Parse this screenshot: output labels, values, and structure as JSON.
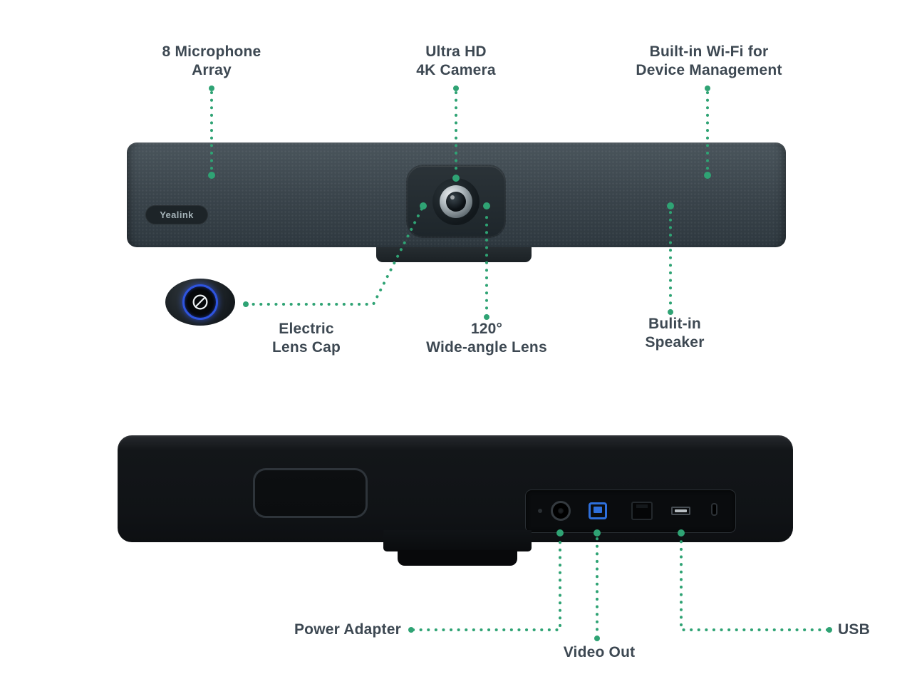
{
  "colors": {
    "leader": "#2fa374",
    "label-text": "#3d4852",
    "bar-body": "#39434a",
    "rear-body": "#131619",
    "usb-blue": "#2e6fdb",
    "lenscap-blue": "#2e54e0",
    "logo-text": "#a4b2b7"
  },
  "brand": {
    "logo_text": "Yealink"
  },
  "front": {
    "labels": {
      "mic_array": "8 Microphone\nArray",
      "camera": "Ultra HD\n4K Camera",
      "wifi": "Built-in Wi-Fi for\nDevice Management",
      "lens_cap": "Electric\nLens Cap",
      "wide_lens": "120°\nWide-angle Lens",
      "speaker": "Bulit-in\nSpeaker"
    }
  },
  "rear": {
    "labels": {
      "power_adapter": "Power Adapter",
      "video_out": "Video Out",
      "usb": "USB"
    }
  },
  "icons": {
    "camera_blocked": "circle-slash"
  }
}
